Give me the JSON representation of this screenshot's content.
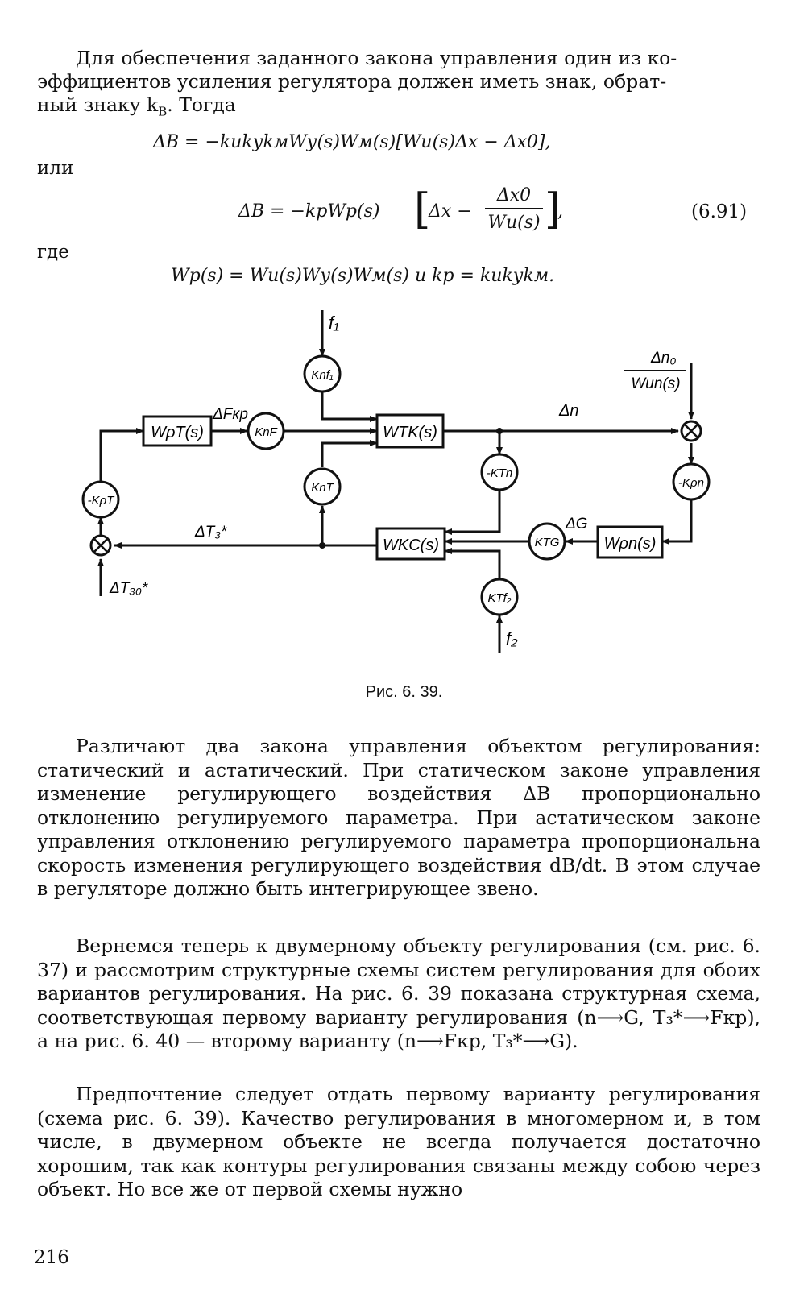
{
  "intro": {
    "line1": "Для обеспечения заданного закона управления один из ко-",
    "line2": "эффициентов усиления регулятора должен иметь знак, обрат-",
    "line3": "ный знаку k",
    "line3_sub": "B",
    "line3_end": ". Тогда"
  },
  "equations": {
    "eq1": "ΔB = −kиkуkмWу(s)Wм(s)[Wи(s)Δx − Δx0],",
    "or_label": "или",
    "eq2_left": "ΔB = −kрWр(s)",
    "eq2_bracket": "[ Δx − Δx0 / Wи(s) ],",
    "eq2_num": "Δx0",
    "eq2_den": "Wи(s)",
    "eq2_term": "Δx −",
    "eq_number": "(6.91)",
    "where_label": "где",
    "eq3": "Wр(s) = Wи(s)Wу(s)Wм(s) и kр = kиkуkм."
  },
  "diagram": {
    "blocks": {
      "wrt": "WρT(s)",
      "wtk": "WTK(s)",
      "wkc": "WKC(s)",
      "wpn": "Wρn(s)"
    },
    "circles": {
      "knf1": "Knf₁",
      "knf": "KnF",
      "knt": "KnT",
      "kpt": "-KρT",
      "ktn": "-KTn",
      "kpn": "-Kρn",
      "ktg": "KTG",
      "ktf2": "KTf₂"
    },
    "signals": {
      "f1": "f₁",
      "f2": "f₂",
      "dfkp": "ΔFкр",
      "dn": "Δn",
      "dn0_num": "Δn₀",
      "dn0_den": "Wun(s)",
      "dg": "ΔG",
      "dt3": "ΔT₃*",
      "dt30": "ΔT₃₀*"
    }
  },
  "caption": "Рис. 6. 39.",
  "paragraphs": {
    "p1": "Различают два закона управления объектом регулирования: статический и астатический. При статическом законе управления изменение регулирующего воздействия ΔB пропорционально отклонению регулируемого параметра. При астатическом законе управления отклонению регулируемого параметра пропорциональна скорость изменения регулирующего воздействия dB/dt. В этом случае в регуляторе должно быть интегрирующее звено.",
    "p2": "Вернемся теперь к двумерному объекту регулирования (см. рис. 6. 37) и рассмотрим структурные схемы систем регулирования для обоих вариантов регулирования. На рис. 6. 39 показана структурная схема, соответствующая первому варианту регулирования (n⟶G, T₃*⟶Fкр), а на рис. 6. 40 — второму варианту (n⟶Fкр, T₃*⟶G).",
    "p3": "Предпочтение следует отдать первому варианту регулирования (схема рис. 6. 39). Качество регулирования в многомерном и, в том числе, в двумерном объекте не всегда получается достаточно хорошим, так как контуры регулирования связаны между собою через объект. Но все же от первой схемы нужно"
  },
  "page_number": "216"
}
